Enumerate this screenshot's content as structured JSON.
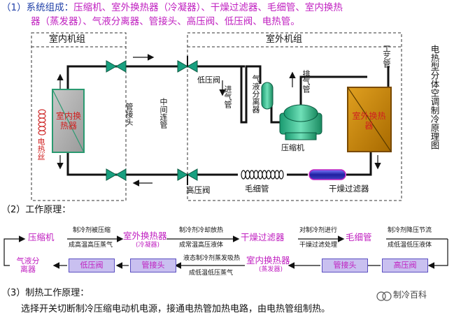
{
  "section1": {
    "num": "（1）",
    "label": "系统组成：",
    "line1_rest": "压缩机、室外换热器（冷凝器）、干燥过滤器、毛细管、室内换热",
    "line2_start": "器（蒸发器）、气液分离器、管接头、高压阀、低压阀、",
    "line2_end": "电热管。"
  },
  "diagram": {
    "indoor_unit_label": "室内机组",
    "outdoor_unit_label": "室外机组",
    "indoor_hx_label": "室内换热器",
    "outdoor_hx_label": "室外换热器",
    "heating_wire_label": "电热丝",
    "pipe_joint_label": "管接头",
    "connecting_pipe_label": "中间连管",
    "low_pressure_valve_label": "低压阀",
    "suction_pipe_label": "进气管",
    "separator_label": "气液分离器",
    "discharge_pipe_label": "排气管",
    "compressor_label": "压缩机",
    "process_pipe_label": "工艺管",
    "high_pressure_valve_label": "高压阀",
    "capillary_label": "毛细管",
    "filter_drier_label": "干燥过滤器",
    "side_title": "电热型分体空调制冷原理图"
  },
  "section2": {
    "num": "（2）",
    "label": "工作原理：",
    "row1": [
      {
        "name": "压缩机"
      },
      {
        "name": "室外换热器",
        "sub": "(冷凝器)"
      },
      {
        "name": "干燥过滤器"
      },
      {
        "name": "毛细管"
      }
    ],
    "row1_notes": [
      {
        "top": "制冷剂被压缩",
        "bottom": "成高温高压蒸气"
      },
      {
        "top": "制冷剂冷却放热",
        "bottom": "成常温高压液体"
      },
      {
        "top": "对制冷剂进行",
        "bottom": "干燥过滤处理"
      },
      {
        "top": "制冷剂降压节流",
        "bottom": "成低温低压液体"
      }
    ],
    "row2": [
      {
        "name": "气液分离器"
      },
      {
        "name": "低压阀"
      },
      {
        "name": "管接头"
      },
      {
        "name": "室内换热器",
        "sub": "(蒸发器)"
      },
      {
        "name": "管接头"
      },
      {
        "name": "高压阀"
      }
    ],
    "row2_note": {
      "top": "液态制冷剂蒸发吸热",
      "bottom": "成低温低压蒸气"
    }
  },
  "section3": {
    "num": "（3）",
    "label": "制热工作原理：",
    "text": "选择开关切断制冷压缩电动机电源，接通电热管加热电路，由电热管组制热。"
  },
  "watermark": "制冷百科"
}
